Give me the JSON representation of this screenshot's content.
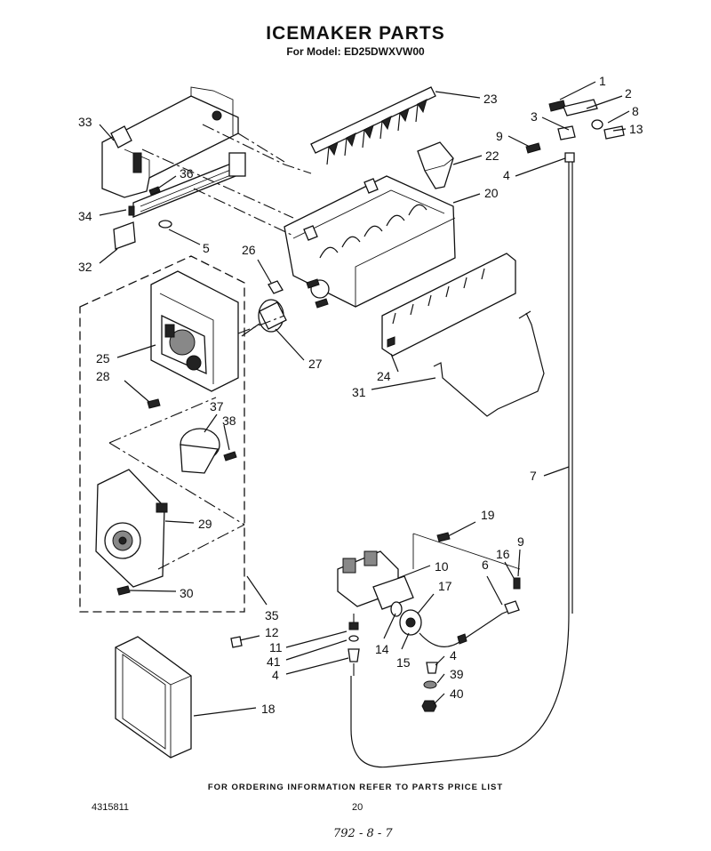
{
  "header": {
    "title": "ICEMAKER PARTS",
    "subtitle": "For Model: ED25DWXVW00"
  },
  "callouts": [
    {
      "id": "c1",
      "text": "1"
    },
    {
      "id": "c2",
      "text": "2"
    },
    {
      "id": "c3",
      "text": "3"
    },
    {
      "id": "c8",
      "text": "8"
    },
    {
      "id": "c13",
      "text": "13"
    },
    {
      "id": "c9a",
      "text": "9"
    },
    {
      "id": "c23",
      "text": "23"
    },
    {
      "id": "c22",
      "text": "22"
    },
    {
      "id": "c4a",
      "text": "4"
    },
    {
      "id": "c20",
      "text": "20"
    },
    {
      "id": "c33",
      "text": "33"
    },
    {
      "id": "c36",
      "text": "36"
    },
    {
      "id": "c34",
      "text": "34"
    },
    {
      "id": "c5",
      "text": "5"
    },
    {
      "id": "c32",
      "text": "32"
    },
    {
      "id": "c26",
      "text": "26"
    },
    {
      "id": "c27",
      "text": "27"
    },
    {
      "id": "c25",
      "text": "25"
    },
    {
      "id": "c28",
      "text": "28"
    },
    {
      "id": "c24",
      "text": "24"
    },
    {
      "id": "c31",
      "text": "31"
    },
    {
      "id": "c37",
      "text": "37"
    },
    {
      "id": "c38",
      "text": "38"
    },
    {
      "id": "c29",
      "text": "29"
    },
    {
      "id": "c30",
      "text": "30"
    },
    {
      "id": "c35",
      "text": "35"
    },
    {
      "id": "c7",
      "text": "7"
    },
    {
      "id": "c19",
      "text": "19"
    },
    {
      "id": "c10",
      "text": "10"
    },
    {
      "id": "c6",
      "text": "6"
    },
    {
      "id": "c16",
      "text": "16"
    },
    {
      "id": "c9b",
      "text": "9"
    },
    {
      "id": "c17",
      "text": "17"
    },
    {
      "id": "c12",
      "text": "12"
    },
    {
      "id": "c11",
      "text": "11"
    },
    {
      "id": "c41",
      "text": "41"
    },
    {
      "id": "c4b",
      "text": "4"
    },
    {
      "id": "c14",
      "text": "14"
    },
    {
      "id": "c15",
      "text": "15"
    },
    {
      "id": "c4c",
      "text": "4"
    },
    {
      "id": "c39",
      "text": "39"
    },
    {
      "id": "c40",
      "text": "40"
    },
    {
      "id": "c18",
      "text": "18"
    }
  ],
  "footer": {
    "ordering_note": "FOR ORDERING INFORMATION REFER TO PARTS PRICE LIST",
    "doc_number": "4315811",
    "page_number": "20",
    "handwritten": "792 - 8 - 7"
  }
}
